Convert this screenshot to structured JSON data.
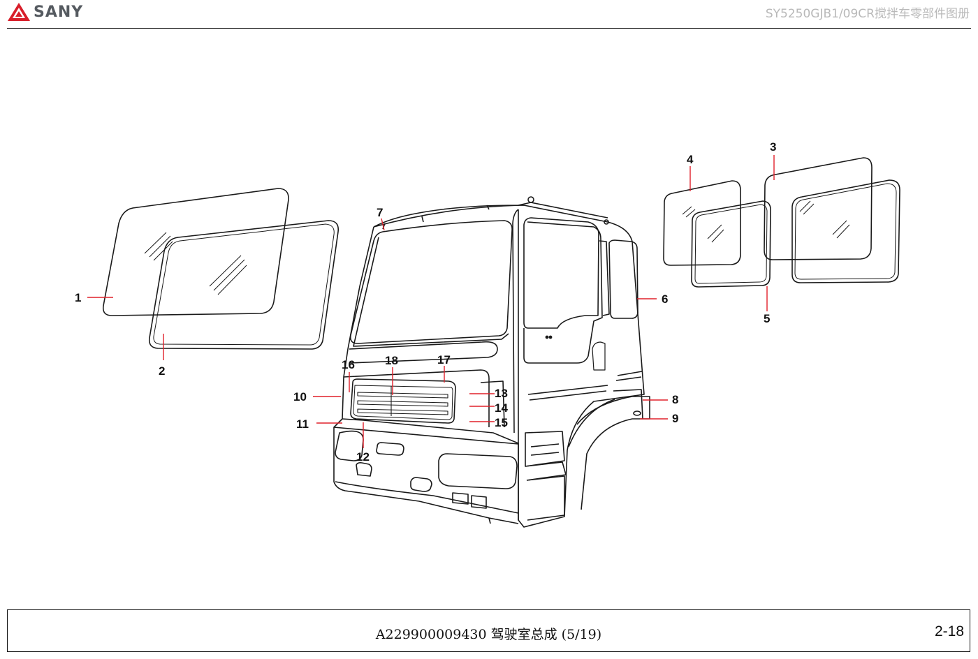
{
  "header": {
    "brand": "SANY",
    "logo_icon": "sany-triangle-logo-icon",
    "title": "SY5250GJB1/09CR搅拌车零部件图册"
  },
  "diagram": {
    "callouts": [
      {
        "label": "1"
      },
      {
        "label": "2"
      },
      {
        "label": "3"
      },
      {
        "label": "4"
      },
      {
        "label": "5"
      },
      {
        "label": "6"
      },
      {
        "label": "7"
      },
      {
        "label": "8"
      },
      {
        "label": "9"
      },
      {
        "label": "10"
      },
      {
        "label": "11"
      },
      {
        "label": "12"
      },
      {
        "label": "13"
      },
      {
        "label": "14"
      },
      {
        "label": "15"
      },
      {
        "label": "16"
      },
      {
        "label": "17"
      },
      {
        "label": "18"
      }
    ],
    "leader_color": "#e0202a"
  },
  "footer": {
    "caption": "A229900009430 驾驶室总成 (5/19)",
    "page_number": "2-18"
  }
}
